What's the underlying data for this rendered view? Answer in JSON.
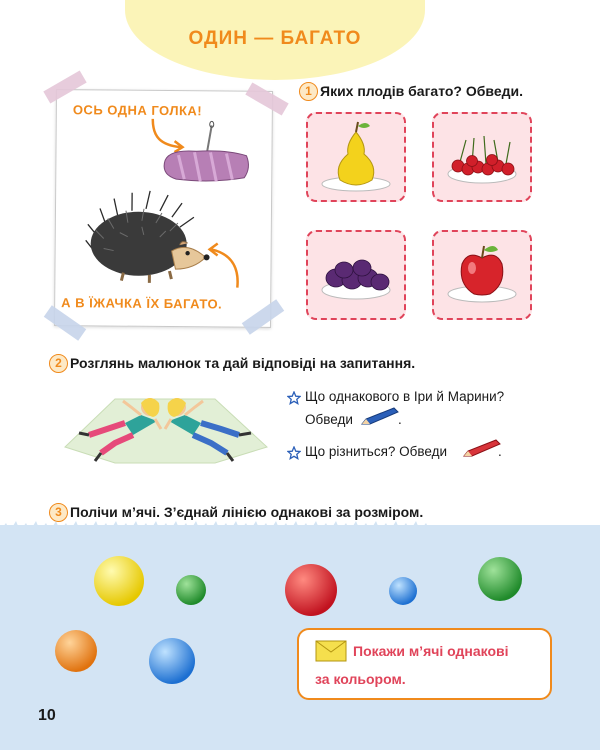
{
  "header": {
    "title": "ОДИН — БАГАТО"
  },
  "intro": {
    "caption_top": "ОСЬ ОДНА ГОЛКА!",
    "caption_bottom": "А В ЇЖАЧКА ЇХ БАГАТО."
  },
  "task1": {
    "number": "1",
    "text": "Яких плодів багато? Обведи.",
    "cards": [
      {
        "icon": "pear-icon"
      },
      {
        "icon": "cherries-icon"
      },
      {
        "icon": "plums-icon"
      },
      {
        "icon": "apple-icon"
      }
    ]
  },
  "task2": {
    "number": "2",
    "text": "Розглянь малюнок та дай відповіді на запитання.",
    "q1_line1": "Що однакового в Іри й Марини?",
    "q1_line2": "Обведи",
    "q1_end": ".",
    "q2": "Що різниться? Обведи",
    "q2_end": ".",
    "pencil_colors": {
      "blue": "#2b5fb8",
      "red": "#d8343a"
    }
  },
  "task3": {
    "number": "3",
    "text": "Полічи м’ячі. З’єднай лінією однакові за розміром.",
    "hint_line1": "Покажи м’ячі однакові",
    "hint_line2": "за кольором."
  },
  "page": {
    "number": "10"
  },
  "colors": {
    "accent_orange": "#f08a1c",
    "header_yellow": "#fbf4b8",
    "card_pink": "#fde3e6",
    "card_border": "#e0445a",
    "bottom_blue": "#d3e4f4"
  }
}
